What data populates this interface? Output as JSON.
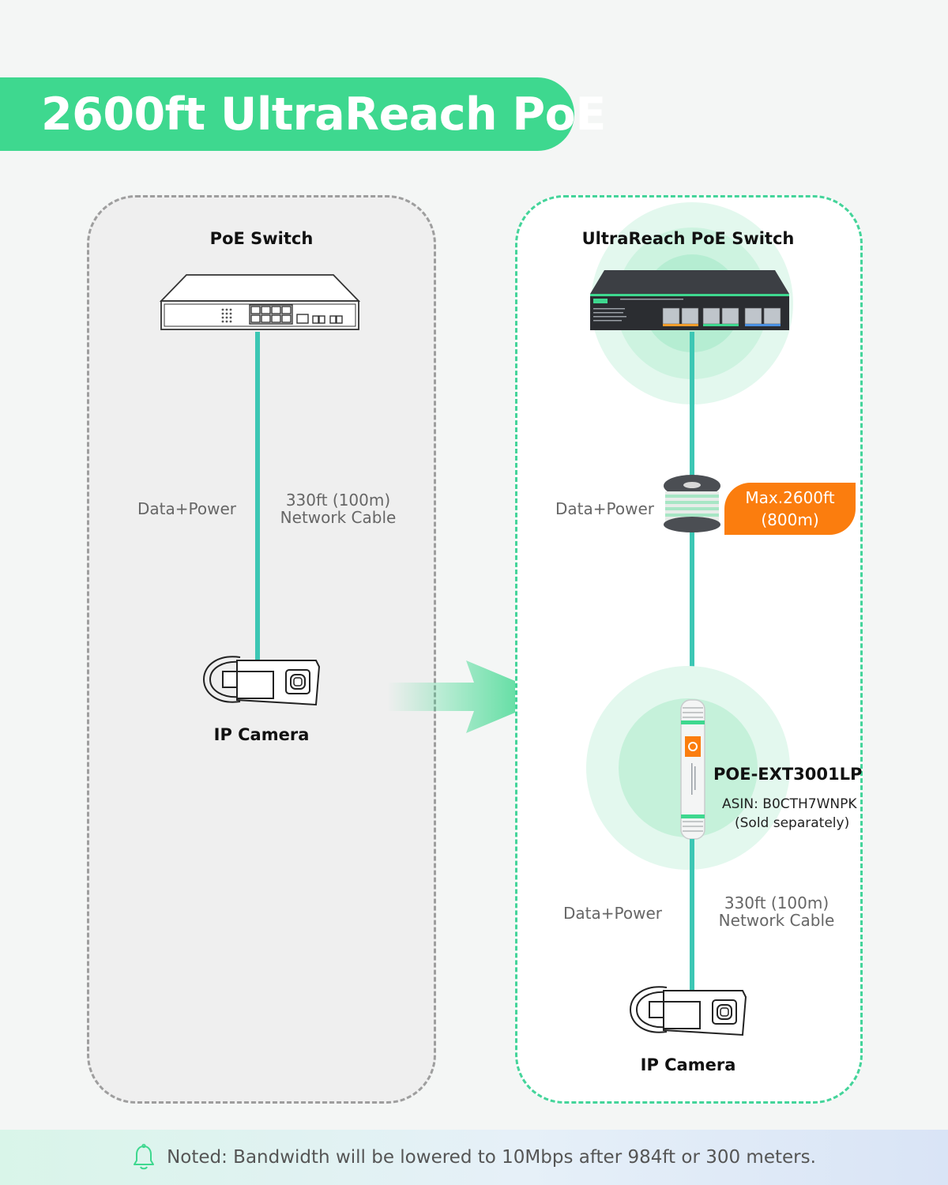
{
  "banner": {
    "title": "2600ft UltraReach PoE"
  },
  "left_panel": {
    "switch_label": "PoE Switch",
    "cable_left_label": "Data+Power",
    "cable_right_label_1": "330ft (100m)",
    "cable_right_label_2": "Network Cable",
    "camera_label": "IP Camera"
  },
  "right_panel": {
    "switch_label": "UltraReach PoE Switch",
    "cable_left_label": "Data+Power",
    "badge_line1": "Max.2600ft",
    "badge_line2": "(800m)",
    "extender_model": "POE-EXT3001LP",
    "extender_asin": "ASIN: B0CTH7WNPK",
    "extender_note": "(Sold separately)",
    "bottom_cable_left_label": "Data+Power",
    "bottom_cable_right_label_1": "330ft (100m)",
    "bottom_cable_right_label_2": "Network Cable",
    "camera_label": "IP Camera"
  },
  "footer": {
    "note": "Noted: Bandwidth will be lowered to 10Mbps after 984ft or 300 meters."
  },
  "colors": {
    "accent_green": "#3ed88f",
    "cable_teal": "#3cc7b4",
    "badge_orange": "#fb7d0e"
  },
  "icons": [
    "bell-icon",
    "arrow-right-icon",
    "cable-spool-icon",
    "poe-extender-icon",
    "ip-camera-icon",
    "poe-switch-icon"
  ]
}
